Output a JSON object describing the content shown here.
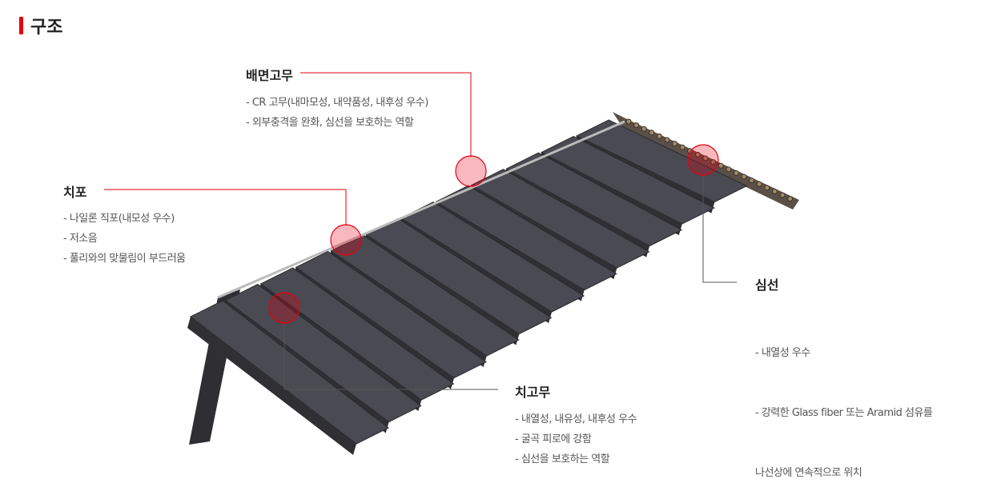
{
  "title": "구조",
  "colors": {
    "accent": "#e60012",
    "belt": "#3d3d42",
    "leader": "#e60012"
  },
  "parts": {
    "back_rubber": {
      "name": "배면고무",
      "lines": [
        "- CR 고무(내마모성, 내약품성, 내후성 우수)",
        "- 외부충격을 완화, 심선을 보호하는 역할"
      ]
    },
    "tooth_fabric": {
      "name": "치포",
      "lines": [
        "- 나일론 직포(내모성 우수)",
        "- 저소음",
        "- 풀리와의 맞물림이 부드러움"
      ]
    },
    "cord": {
      "name": "심선",
      "lines": [
        "- 내열성 우수",
        "- 강력한 Glass fiber 또는 Aramid 섬유를",
        "   나선상에 연속적으로 위치"
      ]
    },
    "tooth_rubber": {
      "name": "치고무",
      "lines": [
        "- 내열성, 내유성, 내후성 우수",
        "- 굴곡 피로에 강함",
        "- 심선을 보호하는 역할"
      ]
    }
  }
}
